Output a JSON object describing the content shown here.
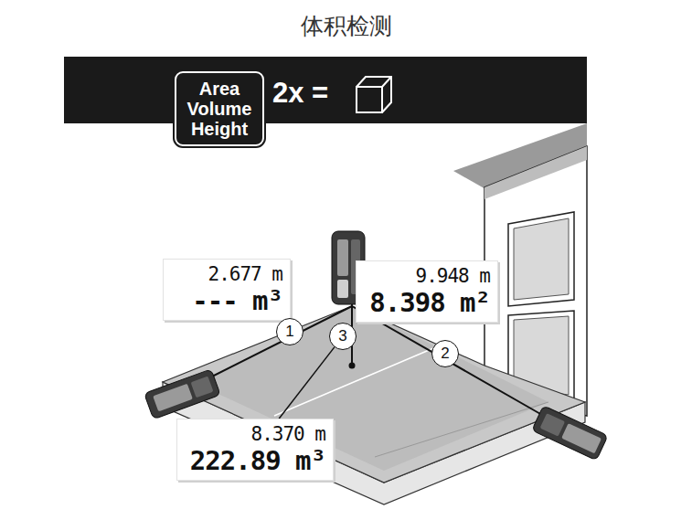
{
  "diagram": {
    "title": "体积检测",
    "nodes": [
      {
        "text": [
          "Area Volume Height"
        ]
      },
      {
        "text": [
          "2.677 m",
          "--- m³"
        ]
      },
      {
        "text": [
          "9.948 m",
          "8.398 m²"
        ]
      },
      {
        "text": [
          "1"
        ]
      },
      {
        "text": [
          "3"
        ]
      },
      {
        "text": [
          "2"
        ]
      },
      {
        "text": [
          "8.370 m",
          "222.89 m³"
        ]
      }
    ],
    "edges": [
      {
        "from": 4,
        "to": 6,
        "arrow": "none"
      }
    ],
    "labels": [
      "2x ="
    ]
  }
}
